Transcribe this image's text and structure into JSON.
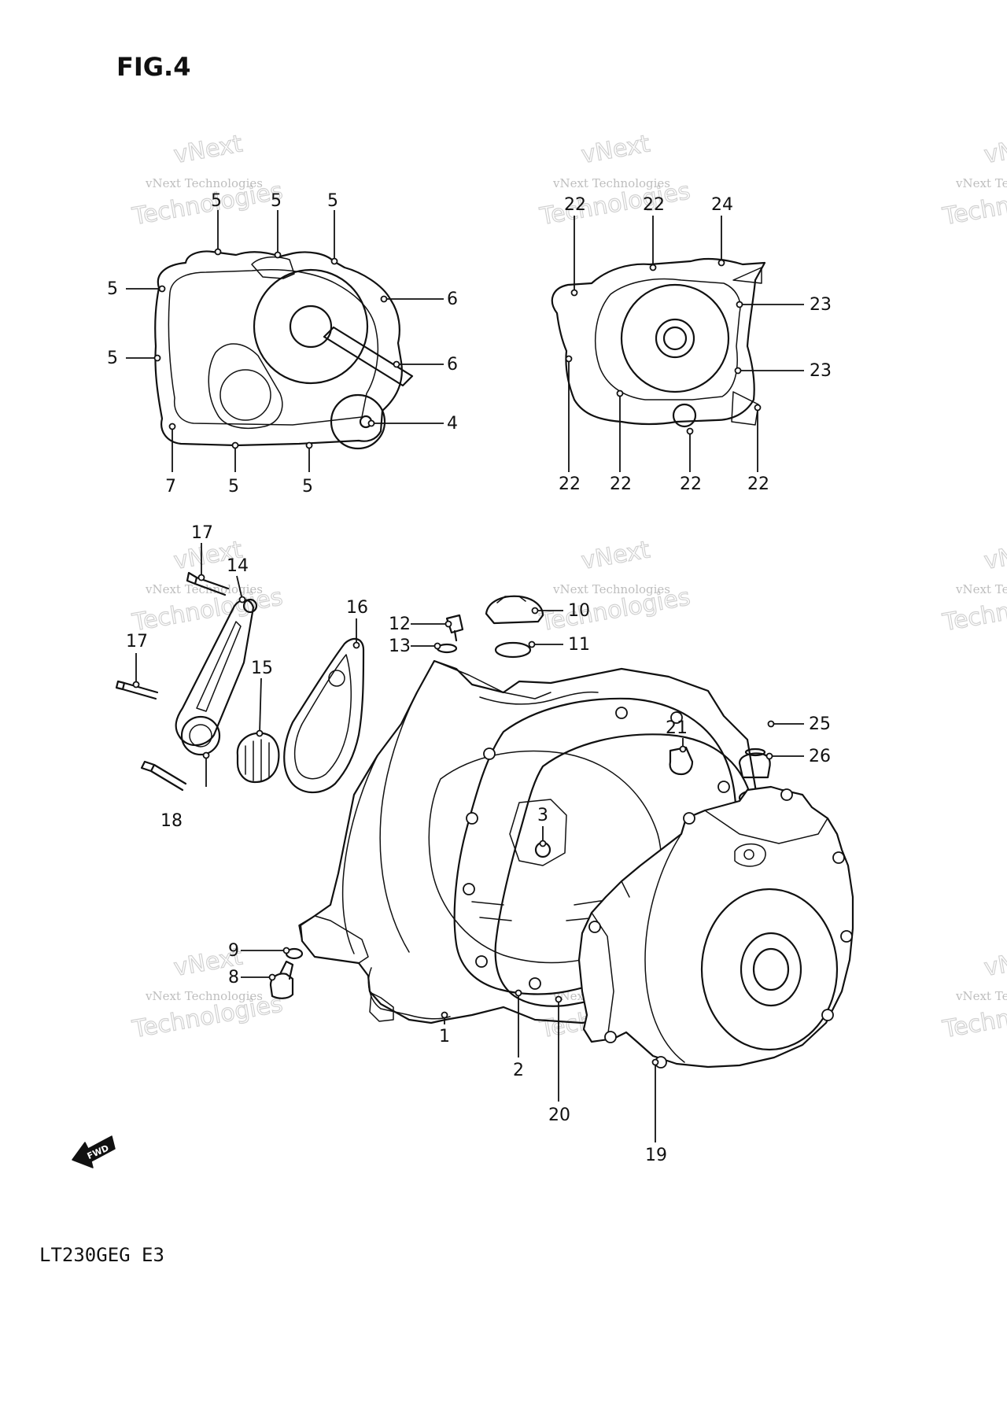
{
  "figure": {
    "title": "FIG.4",
    "model_code": "LT230GEG E3",
    "fwd_label": "FWD"
  },
  "watermark": {
    "line1": "vNext",
    "line2": "vNext Technologies",
    "line3": "Technologies"
  },
  "callouts": [
    {
      "id": "5a",
      "text": "5"
    },
    {
      "id": "5b",
      "text": "5"
    },
    {
      "id": "5c",
      "text": "5"
    },
    {
      "id": "5d",
      "text": "5"
    },
    {
      "id": "5e",
      "text": "5"
    },
    {
      "id": "6a",
      "text": "6"
    },
    {
      "id": "6b",
      "text": "6"
    },
    {
      "id": "4",
      "text": "4"
    },
    {
      "id": "7",
      "text": "7"
    },
    {
      "id": "5f",
      "text": "5"
    },
    {
      "id": "5g",
      "text": "5"
    },
    {
      "id": "22a",
      "text": "22"
    },
    {
      "id": "22b",
      "text": "22"
    },
    {
      "id": "24",
      "text": "24"
    },
    {
      "id": "23a",
      "text": "23"
    },
    {
      "id": "23b",
      "text": "23"
    },
    {
      "id": "22c",
      "text": "22"
    },
    {
      "id": "22d",
      "text": "22"
    },
    {
      "id": "22e",
      "text": "22"
    },
    {
      "id": "22f",
      "text": "22"
    },
    {
      "id": "17a",
      "text": "17"
    },
    {
      "id": "14",
      "text": "14"
    },
    {
      "id": "17b",
      "text": "17"
    },
    {
      "id": "15",
      "text": "15"
    },
    {
      "id": "18",
      "text": "18"
    },
    {
      "id": "16",
      "text": "16"
    },
    {
      "id": "12",
      "text": "12"
    },
    {
      "id": "13",
      "text": "13"
    },
    {
      "id": "10",
      "text": "10"
    },
    {
      "id": "11",
      "text": "11"
    },
    {
      "id": "21",
      "text": "21"
    },
    {
      "id": "25",
      "text": "25"
    },
    {
      "id": "26",
      "text": "26"
    },
    {
      "id": "3",
      "text": "3"
    },
    {
      "id": "9",
      "text": "9"
    },
    {
      "id": "8",
      "text": "8"
    },
    {
      "id": "1",
      "text": "1"
    },
    {
      "id": "2",
      "text": "2"
    },
    {
      "id": "20",
      "text": "20"
    },
    {
      "id": "19",
      "text": "19"
    }
  ]
}
